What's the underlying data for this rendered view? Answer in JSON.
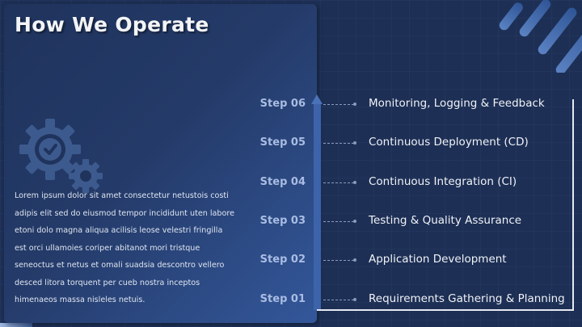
{
  "slide": {
    "title": "How We Operate",
    "description": "Lorem ipsum dolor sit amet consectetur netustois costi adipis elit sed do eiusmod tempor incididunt uten labore etoni dolo magna aliqua acilisis leose velestri fringilla est orci ullamoies coriper abitanot mori tristque seneoctus et netus et omali suadsia descontro vellero desced litora torquent per cueb nostra inceptos himenaeos massa nisleles netuis.",
    "icon": "gears-check-icon",
    "colors": {
      "background": "#1d2f55",
      "card_start": "#1f335c",
      "card_end": "#33579a",
      "arrow": "#3d63aa",
      "step_label": "#a9bde3",
      "text": "#f0f2f6"
    }
  },
  "steps": [
    {
      "label": "Step 06",
      "text": "Monitoring, Logging & Feedback"
    },
    {
      "label": "Step 05",
      "text": "Continuous Deployment (CD)"
    },
    {
      "label": "Step 04",
      "text": "Continuous Integration (CI)"
    },
    {
      "label": "Step 03",
      "text": "Testing & Quality Assurance"
    },
    {
      "label": "Step 02",
      "text": "Application Development"
    },
    {
      "label": "Step 01",
      "text": "Requirements Gathering & Planning"
    }
  ]
}
